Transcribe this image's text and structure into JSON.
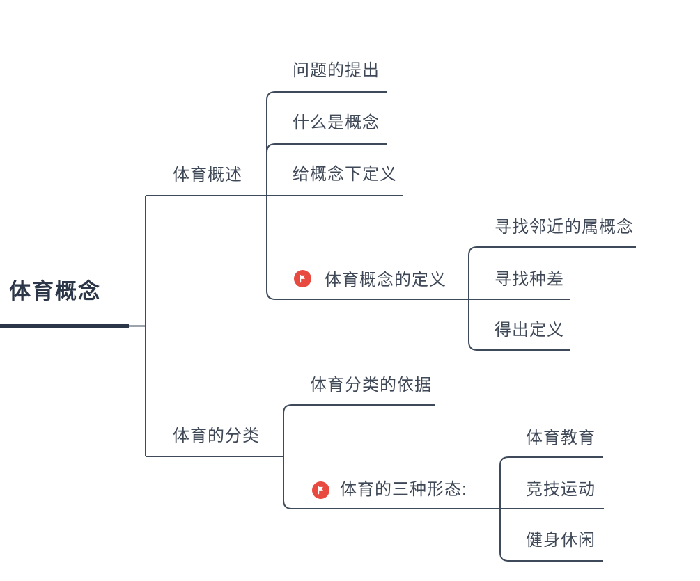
{
  "colors": {
    "background": "#ffffff",
    "line": "#3e4a5a",
    "text": "#3f4857",
    "root_text": "#2b3648",
    "root_bar": "#2b3648",
    "flag_red": "#e84a3f",
    "flag_glyph": "#ffffff"
  },
  "icons": {
    "marker": "flag-icon"
  },
  "mindmap": {
    "root": {
      "label": "体育概念"
    },
    "branches": [
      {
        "label": "体育概述",
        "children": [
          {
            "label": "问题的提出"
          },
          {
            "label": "什么是概念"
          },
          {
            "label": "给概念下定义"
          },
          {
            "label": "体育概念的定义",
            "icon": "flag",
            "children": [
              {
                "label": "寻找邻近的属概念"
              },
              {
                "label": "寻找种差"
              },
              {
                "label": "得出定义"
              }
            ]
          }
        ]
      },
      {
        "label": "体育的分类",
        "children": [
          {
            "label": "体育分类的依据"
          },
          {
            "label": "体育的三种形态:",
            "icon": "flag",
            "children": [
              {
                "label": "体育教育"
              },
              {
                "label": "竞技运动"
              },
              {
                "label": "健身休闲"
              }
            ]
          }
        ]
      }
    ]
  }
}
